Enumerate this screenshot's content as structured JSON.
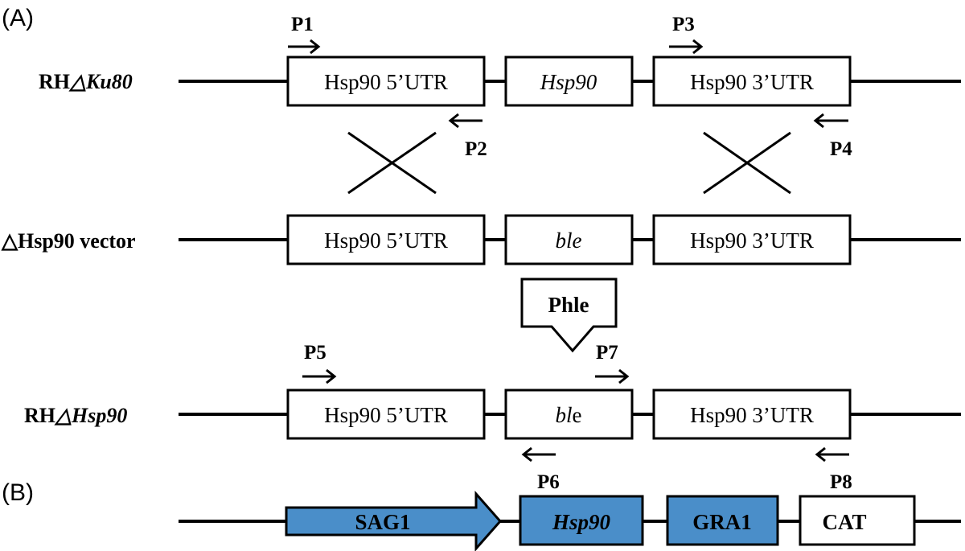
{
  "panels": {
    "a": "(A)",
    "b": "(B)"
  },
  "rows": {
    "ku80": {
      "prefix": "RH",
      "delta": "△",
      "gene": "Ku80"
    },
    "vector": {
      "delta": "△",
      "rest": "Hsp90 vector"
    },
    "hsp90": {
      "prefix": "RH",
      "delta": "△",
      "gene": "Hsp90"
    }
  },
  "boxes": {
    "utr5": "Hsp90 5’UTR",
    "utr3": "Hsp90 3’UTR",
    "hsp90": "Hsp90",
    "ble": "ble",
    "ble_italic": "bl",
    "ble_roman": "e"
  },
  "phle": "Phle",
  "primers": [
    "P1",
    "P2",
    "P3",
    "P4",
    "P5",
    "P6",
    "P7",
    "P8"
  ],
  "construct_b": {
    "sag1": "SAG1",
    "hsp90": "Hsp90",
    "gra1": "GRA1",
    "cat": "CAT"
  },
  "colors": {
    "blue": "#4a8ec9"
  },
  "icons": {
    "recombination": "cross-icon",
    "primer": "arrow-icon",
    "callout": "down-arrow-callout"
  }
}
